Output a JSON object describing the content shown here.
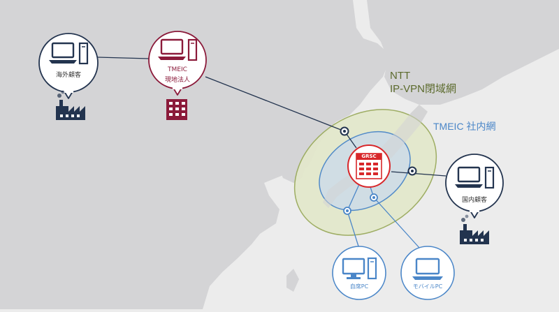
{
  "labels": {
    "ntt_line1": "NTT",
    "ntt_line2": "IP-VPN閉域網",
    "tmeic_network": "TMEIC 社内網",
    "overseas_customer": "海外顧客",
    "local_subsidiary_line1": "TMEIC",
    "local_subsidiary_line2": "現地法人",
    "grsc": "GRSC",
    "domestic_customer": "国内顧客",
    "office_pc": "自席PC",
    "mobile_pc": "モバイルPC"
  },
  "colors": {
    "background": "#ececec",
    "land": "#d4d4d6",
    "navy": "#23344f",
    "maroon": "#8b1a3a",
    "red": "#d8272a",
    "blue": "#4a86c8",
    "ntt_fill": "#e3e8cc",
    "ntt_stroke": "#9aaa5c",
    "inner_fill": "#cfdde6",
    "text_dark": "#333333"
  },
  "icons": [
    "laptop-icon",
    "tower-icon",
    "factory-icon",
    "building-icon",
    "desktop-icon",
    "server-rack-icon"
  ]
}
